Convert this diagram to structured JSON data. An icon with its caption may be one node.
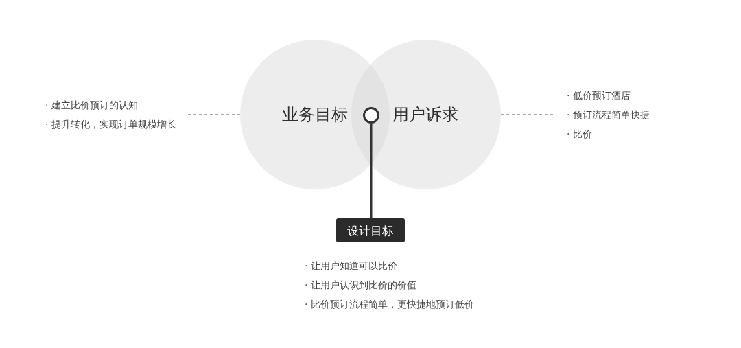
{
  "diagram": {
    "nodes": [
      {
        "text": [
          "· 建立比价预订的认知",
          "· 提升转化，实现订单规模增长"
        ]
      },
      {
        "text": [
          "业务目标"
        ]
      },
      {
        "text": [],
        "shape": "circle"
      },
      {
        "text": [
          "用户诉求"
        ]
      },
      {
        "text": [
          "· 低价预订酒店",
          "· 预订流程简单快捷",
          "· 比价"
        ]
      },
      {
        "text": [
          "设计目标"
        ],
        "beside": [
          "· 让用户知道可以比价",
          "· 让用户认识到比价的价值",
          "· 比价预订流程简单，更快捷地预订低价"
        ]
      }
    ],
    "edges": [
      {
        "from": 1,
        "to": 0,
        "arrow": "none",
        "style": "dashed"
      },
      {
        "from": 3,
        "to": 4,
        "arrow": "none",
        "style": "dashed"
      },
      {
        "from": 2,
        "to": 5,
        "arrow": "none",
        "color": "#333333"
      }
    ]
  }
}
